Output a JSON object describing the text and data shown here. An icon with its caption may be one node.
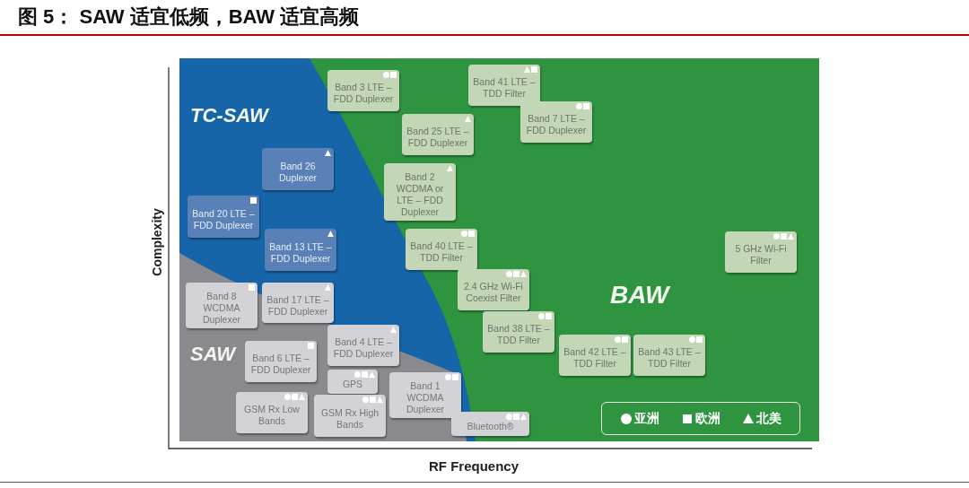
{
  "diagram": {
    "title": "图 5： SAW 适宜低频，BAW 适宜高频",
    "nodes": [
      {
        "text": [
          "Band 3 LTE – FDD Duplexer"
        ]
      },
      {
        "text": [
          "Band 41 LTE – TDD Filter"
        ]
      },
      {
        "text": [
          "Band 7 LTE – FDD Duplexer"
        ]
      },
      {
        "text": [
          "Band 25 LTE – FDD Duplexer"
        ]
      },
      {
        "text": [
          "Band 26 Duplexer"
        ]
      },
      {
        "text": [
          "Band 2 WCDMA or LTE – FDD Duplexer"
        ]
      },
      {
        "text": [
          "Band 20 LTE – FDD Duplexer"
        ]
      },
      {
        "text": [
          "Band 13 LTE – FDD Duplexer"
        ]
      },
      {
        "text": [
          "Band 40 LTE – TDD Filter"
        ]
      },
      {
        "text": [
          "5 GHz Wi-Fi Filter"
        ]
      },
      {
        "text": [
          "Band 8 WCDMA Duplexer"
        ]
      },
      {
        "text": [
          "Band 17 LTE – FDD Duplexer"
        ]
      },
      {
        "text": [
          "2.4 GHz Wi-Fi Coexist Filter"
        ]
      },
      {
        "text": [
          "Band 38 LTE – TDD Filter"
        ]
      },
      {
        "text": [
          "Band 4 LTE – FDD Duplexer"
        ]
      },
      {
        "text": [
          "Band 6 LTE – FDD Duplexer"
        ]
      },
      {
        "text": [
          "Band 42 LTE – TDD Filter"
        ]
      },
      {
        "text": [
          "Band 43 LTE – TDD Filter"
        ]
      },
      {
        "text": [
          "GPS"
        ]
      },
      {
        "text": [
          "Band 1 WCDMA Duplexer"
        ]
      },
      {
        "text": [
          "GSM Rx Low Bands"
        ]
      },
      {
        "text": [
          "GSM Rx High Bands"
        ]
      },
      {
        "text": [
          "Bluetooth®"
        ]
      }
    ],
    "labels": [
      "TC-SAW",
      "SAW",
      "BAW",
      "Complexity",
      "RF Frequency"
    ],
    "legend": [
      {
        "text": "亚洲"
      },
      {
        "text": "欧洲"
      },
      {
        "text": "北美"
      }
    ]
  }
}
